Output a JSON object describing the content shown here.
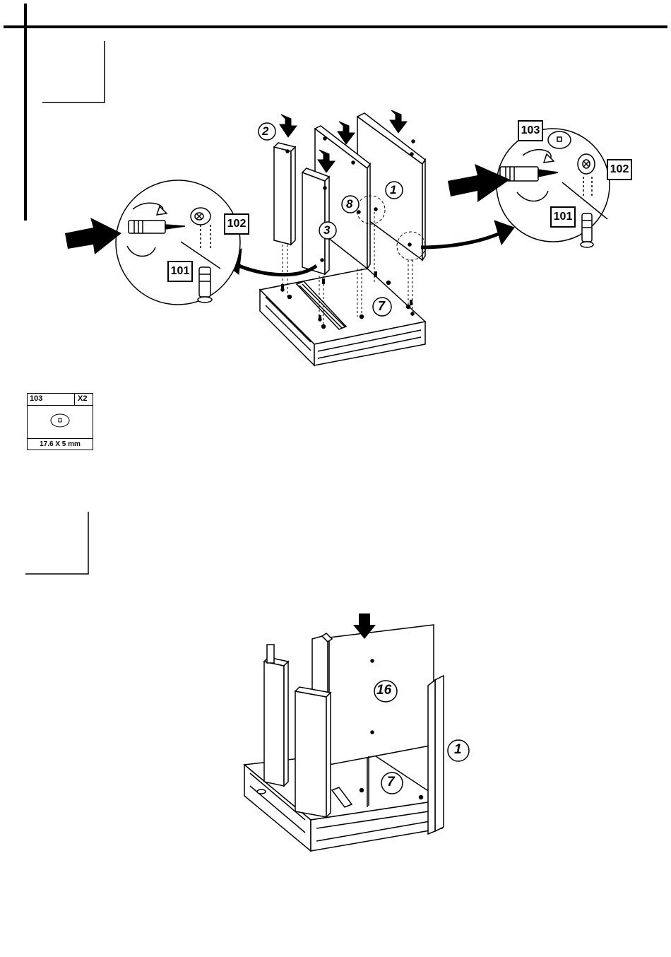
{
  "page": {
    "background": "#ffffff",
    "ink": "#000000"
  },
  "step1": {
    "callouts": {
      "part_2": "2",
      "part_3": "3",
      "part_8": "8",
      "part_1": "1",
      "part_7": "7"
    },
    "detail_left": {
      "label_102": "102",
      "label_101": "101"
    },
    "detail_right": {
      "label_103": "103",
      "label_102": "102",
      "label_101": "101"
    }
  },
  "hardware_box": {
    "part": "103",
    "qty": "X2",
    "size": "17.6 X 5 mm"
  },
  "step2": {
    "callouts": {
      "part_16": "16",
      "part_1": "1",
      "part_7": "7"
    }
  }
}
